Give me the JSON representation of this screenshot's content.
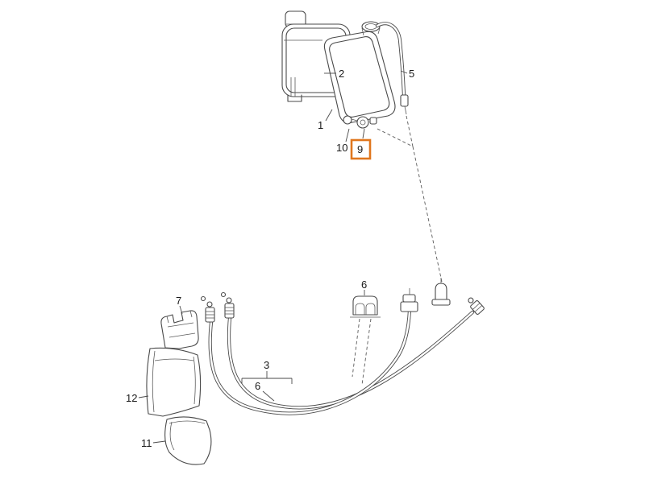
{
  "diagram": {
    "type": "parts-exploded-view",
    "background_color": "#ffffff",
    "line_color": "#4a4a4a",
    "highlight": {
      "selected_part": "9",
      "color": "#e0761d"
    },
    "callouts": {
      "part1": "1",
      "part2": "2",
      "part3": "3",
      "part5": "5",
      "part6_clip": "6",
      "part6_hose": "6",
      "part7": "7",
      "part9": "9",
      "part10": "10",
      "part11": "11",
      "part12": "12"
    }
  }
}
